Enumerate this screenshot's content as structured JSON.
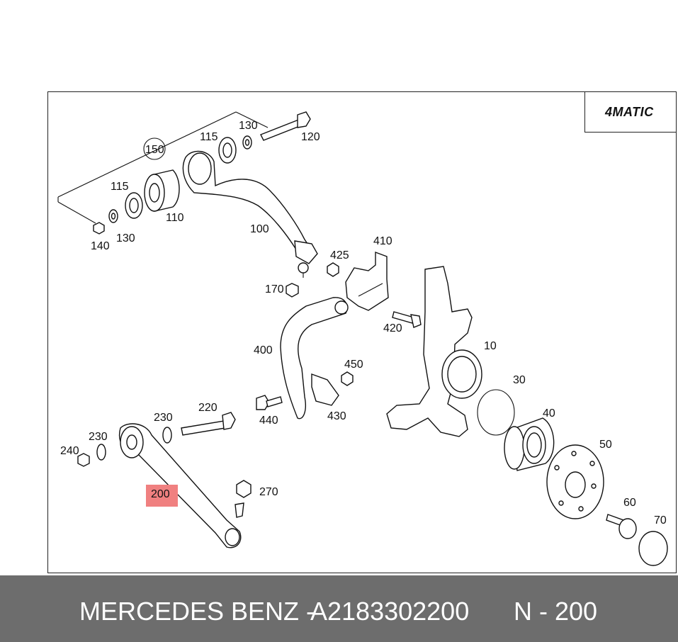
{
  "logo": {
    "text": "4MATIC"
  },
  "callouts": {
    "c10": "10",
    "c30": "30",
    "c40": "40",
    "c50": "50",
    "c60": "60",
    "c70": "70",
    "c100": "100",
    "c110": "110",
    "c115a": "115",
    "c115b": "115",
    "c120": "120",
    "c130a": "130",
    "c130b": "130",
    "c140": "140",
    "c150": "150",
    "c170": "170",
    "c200": "200",
    "c220": "220",
    "c230a": "230",
    "c230b": "230",
    "c240": "240",
    "c270": "270",
    "c400": "400",
    "c410": "410",
    "c420": "420",
    "c425": "425",
    "c430": "430",
    "c440": "440",
    "c450": "450"
  },
  "highlight": {
    "part": "200",
    "color": "#f08080"
  },
  "footer": {
    "brand": "MERCEDES BENZ -",
    "part_number": "A2183302200",
    "reference": "N - 200"
  },
  "colors": {
    "footer_bg": "#6d6d6d",
    "footer_text": "#ffffff",
    "highlight": "#f08080"
  }
}
